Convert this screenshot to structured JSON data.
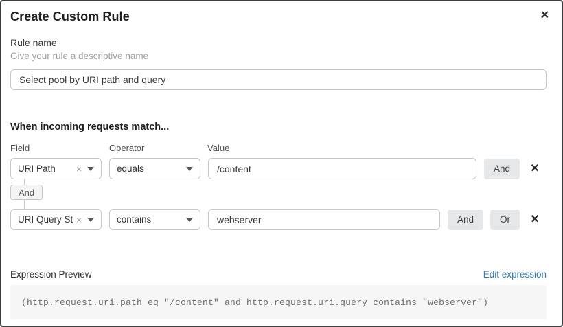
{
  "dialog": {
    "title": "Create Custom Rule"
  },
  "icons": {
    "close": "✕",
    "remove_row": "✕",
    "clear_selection": "×",
    "caret": "caret-down"
  },
  "rule_name": {
    "label": "Rule name",
    "help": "Give your rule a descriptive name",
    "value": "Select pool by URI path and query"
  },
  "match_section": {
    "heading": "When incoming requests match...",
    "columns": {
      "field": "Field",
      "operator": "Operator",
      "value": "Value"
    },
    "connector_label": "And",
    "rows": [
      {
        "field": "URI Path",
        "operator": "equals",
        "value": "/content",
        "buttons": [
          "And"
        ]
      },
      {
        "field": "URI Query St...",
        "operator": "contains",
        "value": "webserver",
        "buttons": [
          "And",
          "Or"
        ]
      }
    ]
  },
  "expression": {
    "label": "Expression Preview",
    "edit_link": "Edit expression",
    "code": "(http.request.uri.path eq \"/content\" and http.request.uri.query contains \"webserver\")"
  },
  "colors": {
    "link_blue": "#2f7cbe",
    "button_gray": "#e6e7e8",
    "code_background": "#f6f6f7",
    "border_gray": "#c3c7ca",
    "dialog_border": "#3a3d40",
    "text_dark": "#1d1f20",
    "text_muted": "#9da2a5"
  }
}
